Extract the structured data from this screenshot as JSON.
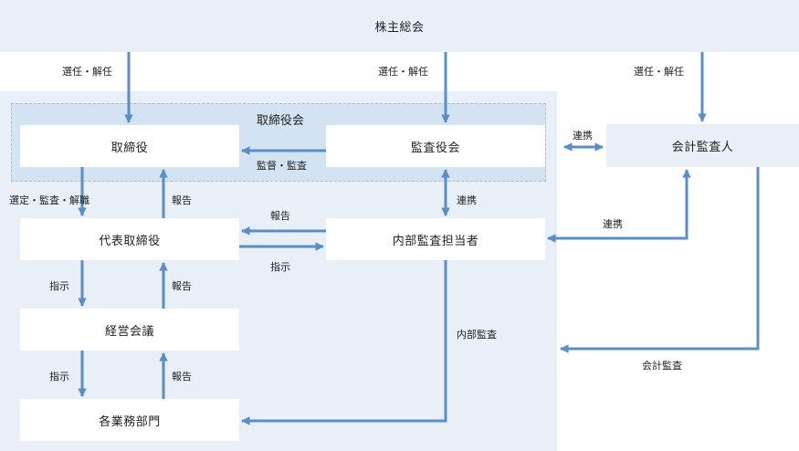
{
  "nodes": {
    "shareholders": "株主総会",
    "board": "取締役会",
    "directors": "取締役",
    "audit_board": "監査役会",
    "auditor": "会計監査人",
    "ceo": "代表取締役",
    "internal_audit": "内部監査担当者",
    "management": "経営会議",
    "divisions": "各業務部門"
  },
  "edges": {
    "elect_dismiss_1": "選任・解任",
    "elect_dismiss_2": "選任・解任",
    "elect_dismiss_3": "選任・解任",
    "supervise_audit": "監督・監査",
    "coop_1": "連携",
    "coop_2": "連携",
    "coop_3": "連携",
    "select_audit_dismiss": "選定・監査・解職",
    "report_1": "報告",
    "report_2": "報告",
    "report_3": "報告",
    "report_4": "報告",
    "instruct_1": "指示",
    "instruct_2": "指示",
    "instruct_3": "指示",
    "internal_audit_label": "内部監査",
    "accounting_audit": "会計監査"
  },
  "colors": {
    "arrow": "#5b8ec7",
    "band": "#e8eff7",
    "board_area": "#d3e3f2",
    "board_border": "#b7bcc2"
  }
}
